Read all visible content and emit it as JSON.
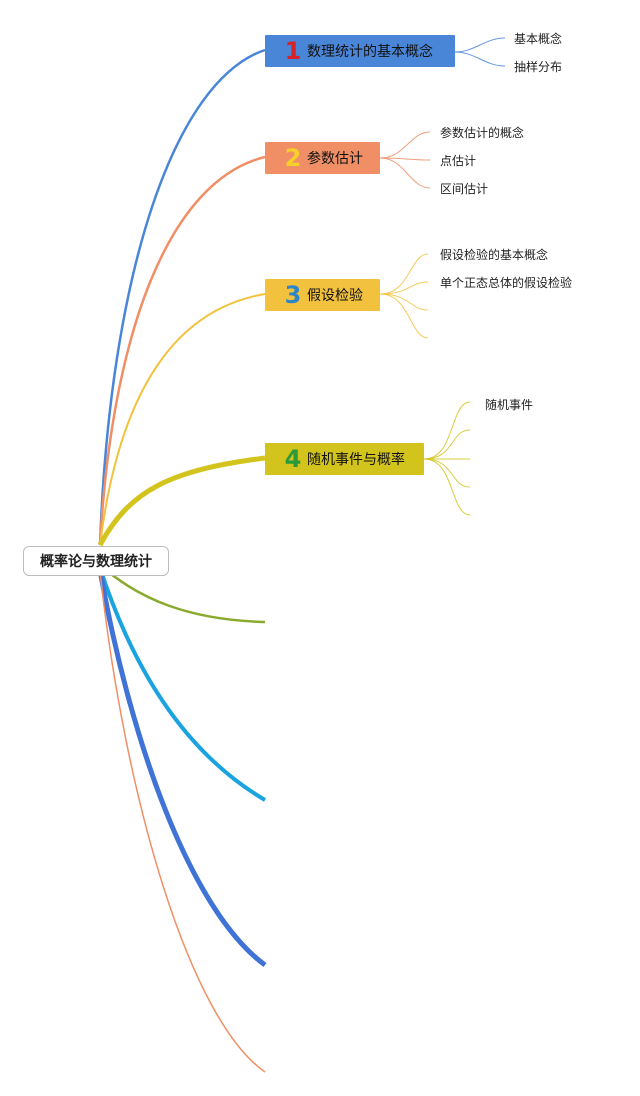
{
  "root": {
    "label": "概率论与数理统计"
  },
  "topics": [
    {
      "number": "1",
      "label": "数理统计的基本概念",
      "color": "#4a86d8",
      "number_color": "#d8222a",
      "subtopics": [
        "基本概念",
        "抽样分布"
      ]
    },
    {
      "number": "2",
      "label": "参数估计",
      "color": "#f08f66",
      "number_color": "#f7cf2b",
      "subtopics": [
        "参数估计的概念",
        "点估计",
        "区间估计"
      ]
    },
    {
      "number": "3",
      "label": "假设检验",
      "color": "#f2c23e",
      "number_color": "#2d86c7",
      "subtopics": [
        "假设检验的基本概念",
        "单个正态总体的假设检验"
      ]
    },
    {
      "number": "4",
      "label": "随机事件与概率",
      "color": "#d2c41c",
      "number_color": "#2a9a3a",
      "subtopics": [
        "随机事件"
      ]
    }
  ],
  "empty_branch_colors": [
    "#8aaa2e",
    "#1aa3e0",
    "#3f73d6",
    "#f08f66"
  ]
}
